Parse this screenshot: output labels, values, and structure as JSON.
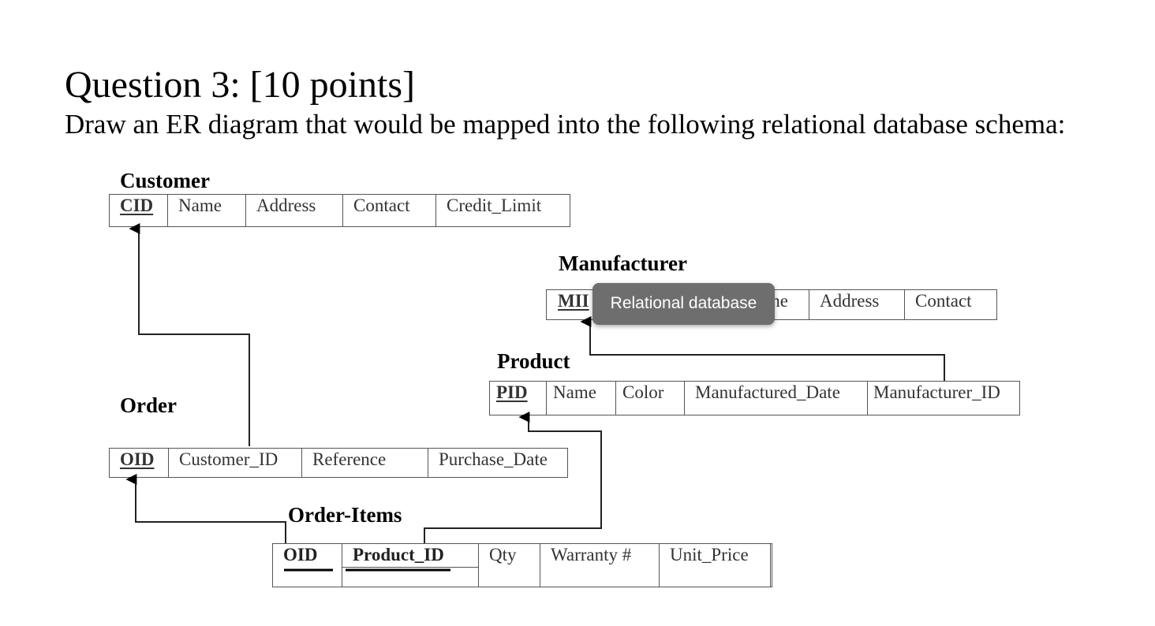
{
  "question": {
    "title": "Question 3: [10 points]",
    "text": "Draw an ER diagram that would be mapped into the following relational database schema:"
  },
  "tables": {
    "customer": {
      "name": "Customer",
      "columns": [
        "CID",
        "Name",
        "Address",
        "Contact",
        "Credit_Limit"
      ]
    },
    "manufacturer": {
      "name": "Manufacturer",
      "columns": [
        "MII",
        "he",
        "Address",
        "Contact"
      ]
    },
    "product": {
      "name": "Product",
      "columns": [
        "PID",
        "Name",
        "Color",
        "Manufactured_Date",
        "Manufacturer_ID"
      ]
    },
    "order": {
      "name": "Order",
      "columns": [
        "OID",
        "Customer_ID",
        "Reference",
        "Purchase_Date"
      ]
    },
    "order_items": {
      "name": "Order-Items",
      "columns": [
        "OID",
        "Product_ID",
        "Qty",
        "Warranty #",
        "Unit_Price"
      ]
    }
  },
  "tooltip": {
    "label": "Relational database"
  }
}
